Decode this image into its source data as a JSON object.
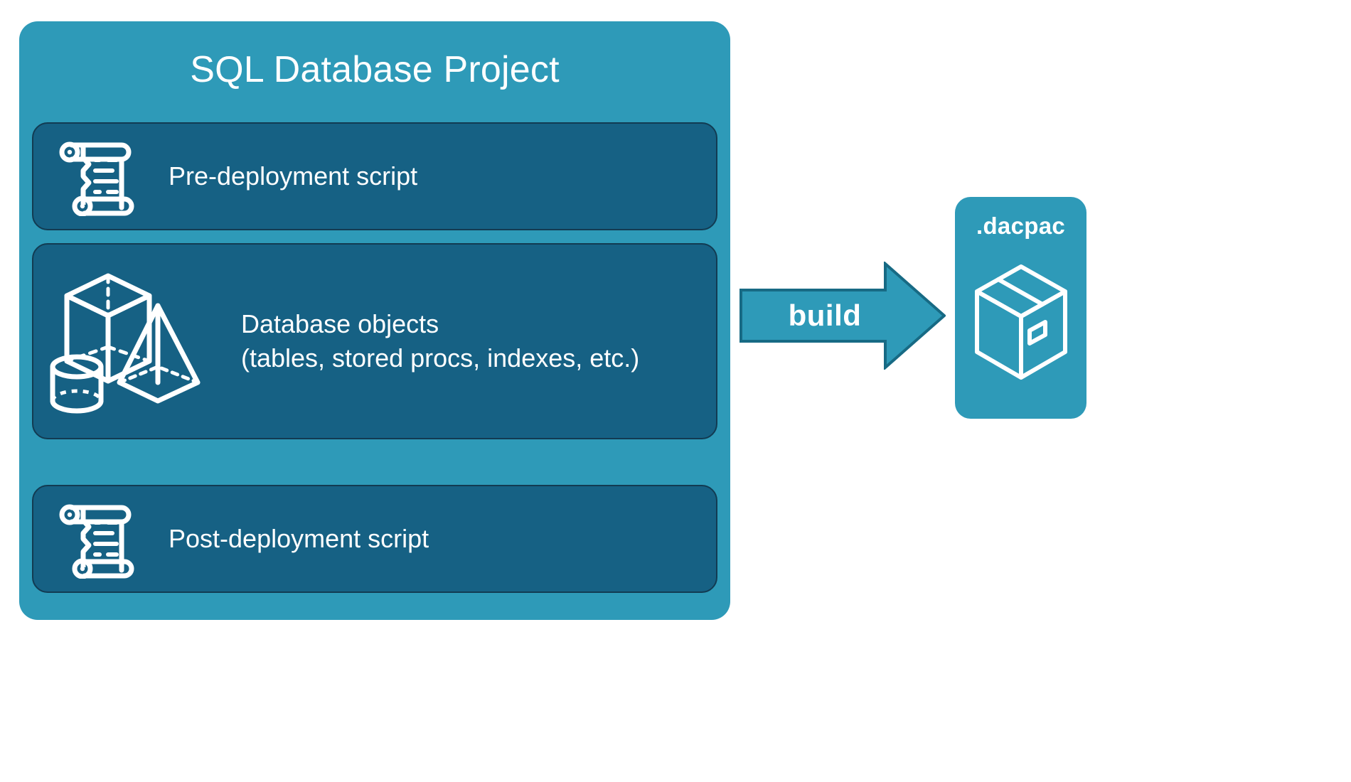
{
  "diagram": {
    "type": "flow-diagram",
    "background_color": "#ffffff",
    "project": {
      "title": "SQL Database Project",
      "panel_color": "#2e9ab8",
      "card_color": "#166184",
      "card_border_color": "#123b52",
      "text_color": "#ffffff",
      "cards": [
        {
          "id": "pre-deployment",
          "label": "Pre-deployment script",
          "icon": "scroll-icon"
        },
        {
          "id": "database-objects",
          "label": "Database objects\n(tables, stored procs, indexes, etc.)",
          "icon": "shapes-icon"
        },
        {
          "id": "post-deployment",
          "label": "Post-deployment script",
          "icon": "scroll-icon"
        }
      ]
    },
    "connector": {
      "label": "build",
      "icon": "right-arrow-icon",
      "fill_color": "#2e9ab8",
      "stroke_color": "#176a84"
    },
    "output": {
      "label": ".dacpac",
      "icon": "package-box-icon",
      "panel_color": "#2e9ab8",
      "text_color": "#ffffff"
    }
  }
}
